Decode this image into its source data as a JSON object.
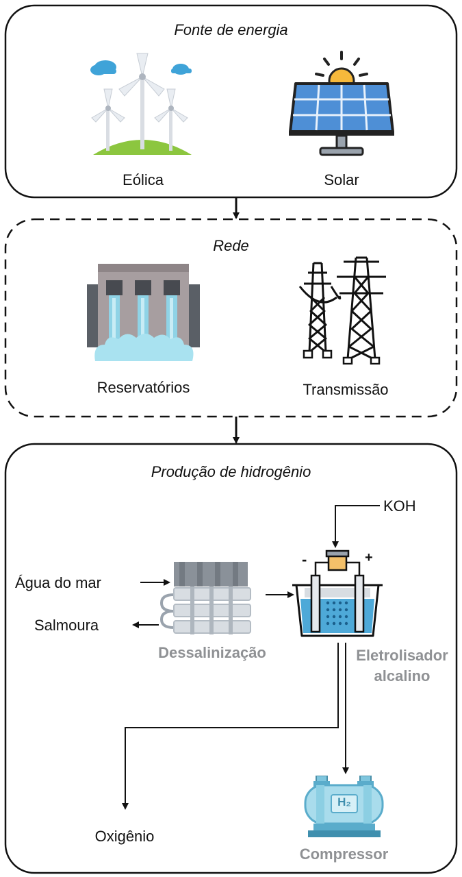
{
  "energy_source": {
    "title": "Fonte de energia",
    "items": [
      {
        "label": "Eólica",
        "icon": "wind-turbine-icon"
      },
      {
        "label": "Solar",
        "icon": "solar-panel-icon"
      }
    ]
  },
  "grid": {
    "title": "Rede",
    "items": [
      {
        "label": "Reservatórios",
        "icon": "dam-icon"
      },
      {
        "label": "Transmissão",
        "icon": "power-tower-icon"
      }
    ]
  },
  "production": {
    "title": "Produção de hidrogênio",
    "reagent": "KOH",
    "seawater_in": "Água do mar",
    "brine_out": "Salmoura",
    "desalination": "Dessalinização",
    "electrolyzer_line1": "Eletrolisador",
    "electrolyzer_line2": "alcalino",
    "oxygen": "Oxigênio",
    "compressor": "Compressor",
    "h2_symbol": "H₂"
  },
  "colors": {
    "border": "#111111",
    "gray_label": "#8f9194",
    "water_blue": "#8fd3e6",
    "panel_blue": "#4e8fd6",
    "grass_green": "#8cc63f"
  }
}
